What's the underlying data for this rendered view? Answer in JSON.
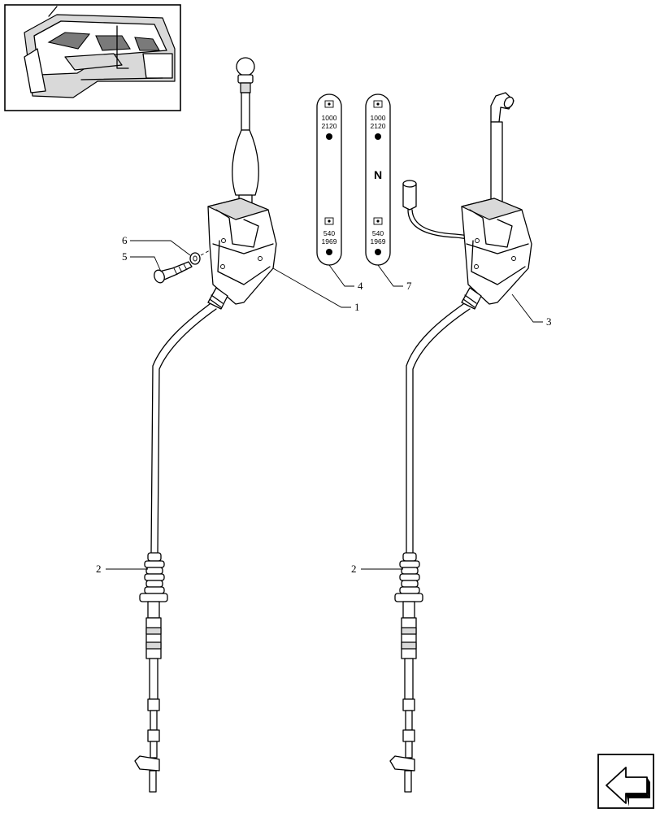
{
  "callouts": {
    "c1": "1",
    "c2_left": "2",
    "c2_right": "2",
    "c3": "3",
    "c4": "4",
    "c5": "5",
    "c6": "6",
    "c7": "7"
  },
  "decal_left": {
    "top_line1": "1000",
    "top_line2": "2120",
    "bottom_line1": "540",
    "bottom_line2": "1969"
  },
  "decal_right": {
    "top_line1": "1000",
    "top_line2": "2120",
    "neutral": "N",
    "bottom_line1": "540",
    "bottom_line2": "1969"
  },
  "icons": {
    "locator": "tractor-cab-locator-icon",
    "nav": "return-arrow-icon"
  }
}
